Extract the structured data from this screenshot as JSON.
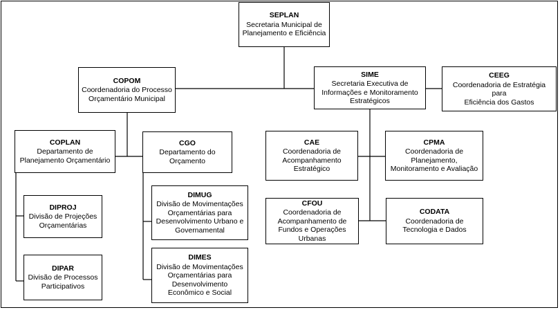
{
  "nodes": {
    "seplan": {
      "abbr": "SEPLAN",
      "name": "Secretaria Municipal de\nPlanejamento e Eficiência"
    },
    "copom": {
      "abbr": "COPOM",
      "name": "Coordenadoria do Processo\nOrçamentário Municipal"
    },
    "sime": {
      "abbr": "SIME",
      "name": "Secretaria Executiva de\nInformações e Monitoramento\nEstratégicos"
    },
    "ceeg": {
      "abbr": "CEEG",
      "name": "Coordenadoria de Estratégia para\nEficiência dos Gastos"
    },
    "coplan": {
      "abbr": "COPLAN",
      "name": "Departamento de\nPlanejamento Orçamentário"
    },
    "cgo": {
      "abbr": "CGO",
      "name": "Departamento do\nOrçamento"
    },
    "diproj": {
      "abbr": "DIPROJ",
      "name": "Divisão de Projeções\nOrçamentárias"
    },
    "dipar": {
      "abbr": "DIPAR",
      "name": "Divisão de Processos\nParticipativos"
    },
    "dimug": {
      "abbr": "DIMUG",
      "name": "Divisão de Movimentações\nOrçamentárias para\nDesenvolvimento Urbano e\nGovernamental"
    },
    "dimes": {
      "abbr": "DIMES",
      "name": "Divisão de Movimentações\nOrçamentárias para\nDesenvolvimento\nEconômico e Social"
    },
    "cae": {
      "abbr": "CAE",
      "name": "Coordenadoria de\nAcompanhamento\nEstratégico"
    },
    "cpma": {
      "abbr": "CPMA",
      "name": "Coordenadoria de\nPlanejamento,\nMonitoramento e Avaliação"
    },
    "cfou": {
      "abbr": "CFOU",
      "name": "Coordenadoria de\nAcompanhamento de\nFundos e Operações\nUrbanas"
    },
    "codata": {
      "abbr": "CODATA",
      "name": "Coordenadoria de\nTecnologia e Dados"
    }
  }
}
